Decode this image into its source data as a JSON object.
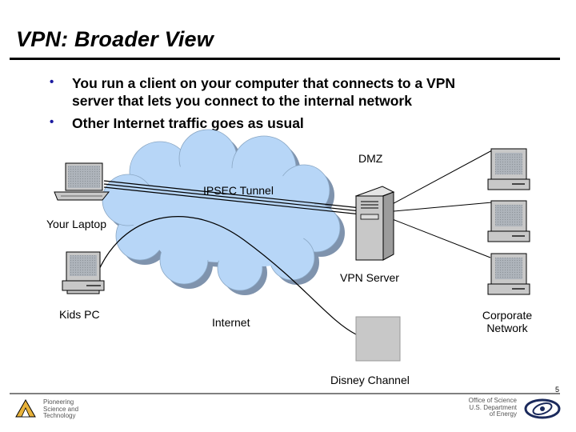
{
  "slide": {
    "title": "VPN: Broader View",
    "bullets": [
      "You run a client on your computer that connects to a VPN",
      "server that lets you connect to the internal network",
      "Other Internet traffic goes as usual"
    ],
    "bullet_marker": "•",
    "page_number": "5"
  },
  "diagram": {
    "labels": {
      "dmz": "DMZ",
      "ipsec_tunnel": "IPSEC Tunnel",
      "your_laptop": "Your Laptop",
      "vpn_server": "VPN Server",
      "kids_pc": "Kids PC",
      "internet": "Internet",
      "corporate_network_line1": "Corporate",
      "corporate_network_line2": "Network",
      "disney_channel": "Disney Channel"
    },
    "colors": {
      "cloud_fill": "#b7d6f7",
      "cloud_shadow": "#7f93ad",
      "device_gray": "#c8c8c8",
      "rule": "#000000"
    }
  },
  "footer": {
    "left_lines": [
      "Pioneering",
      "Science and",
      "Technology"
    ],
    "right_lines": [
      "Office of Science",
      "U.S. Department",
      "of Energy"
    ],
    "left_logo": "argonne-triangle-logo",
    "right_logo": "doe-office-of-science-logo"
  }
}
